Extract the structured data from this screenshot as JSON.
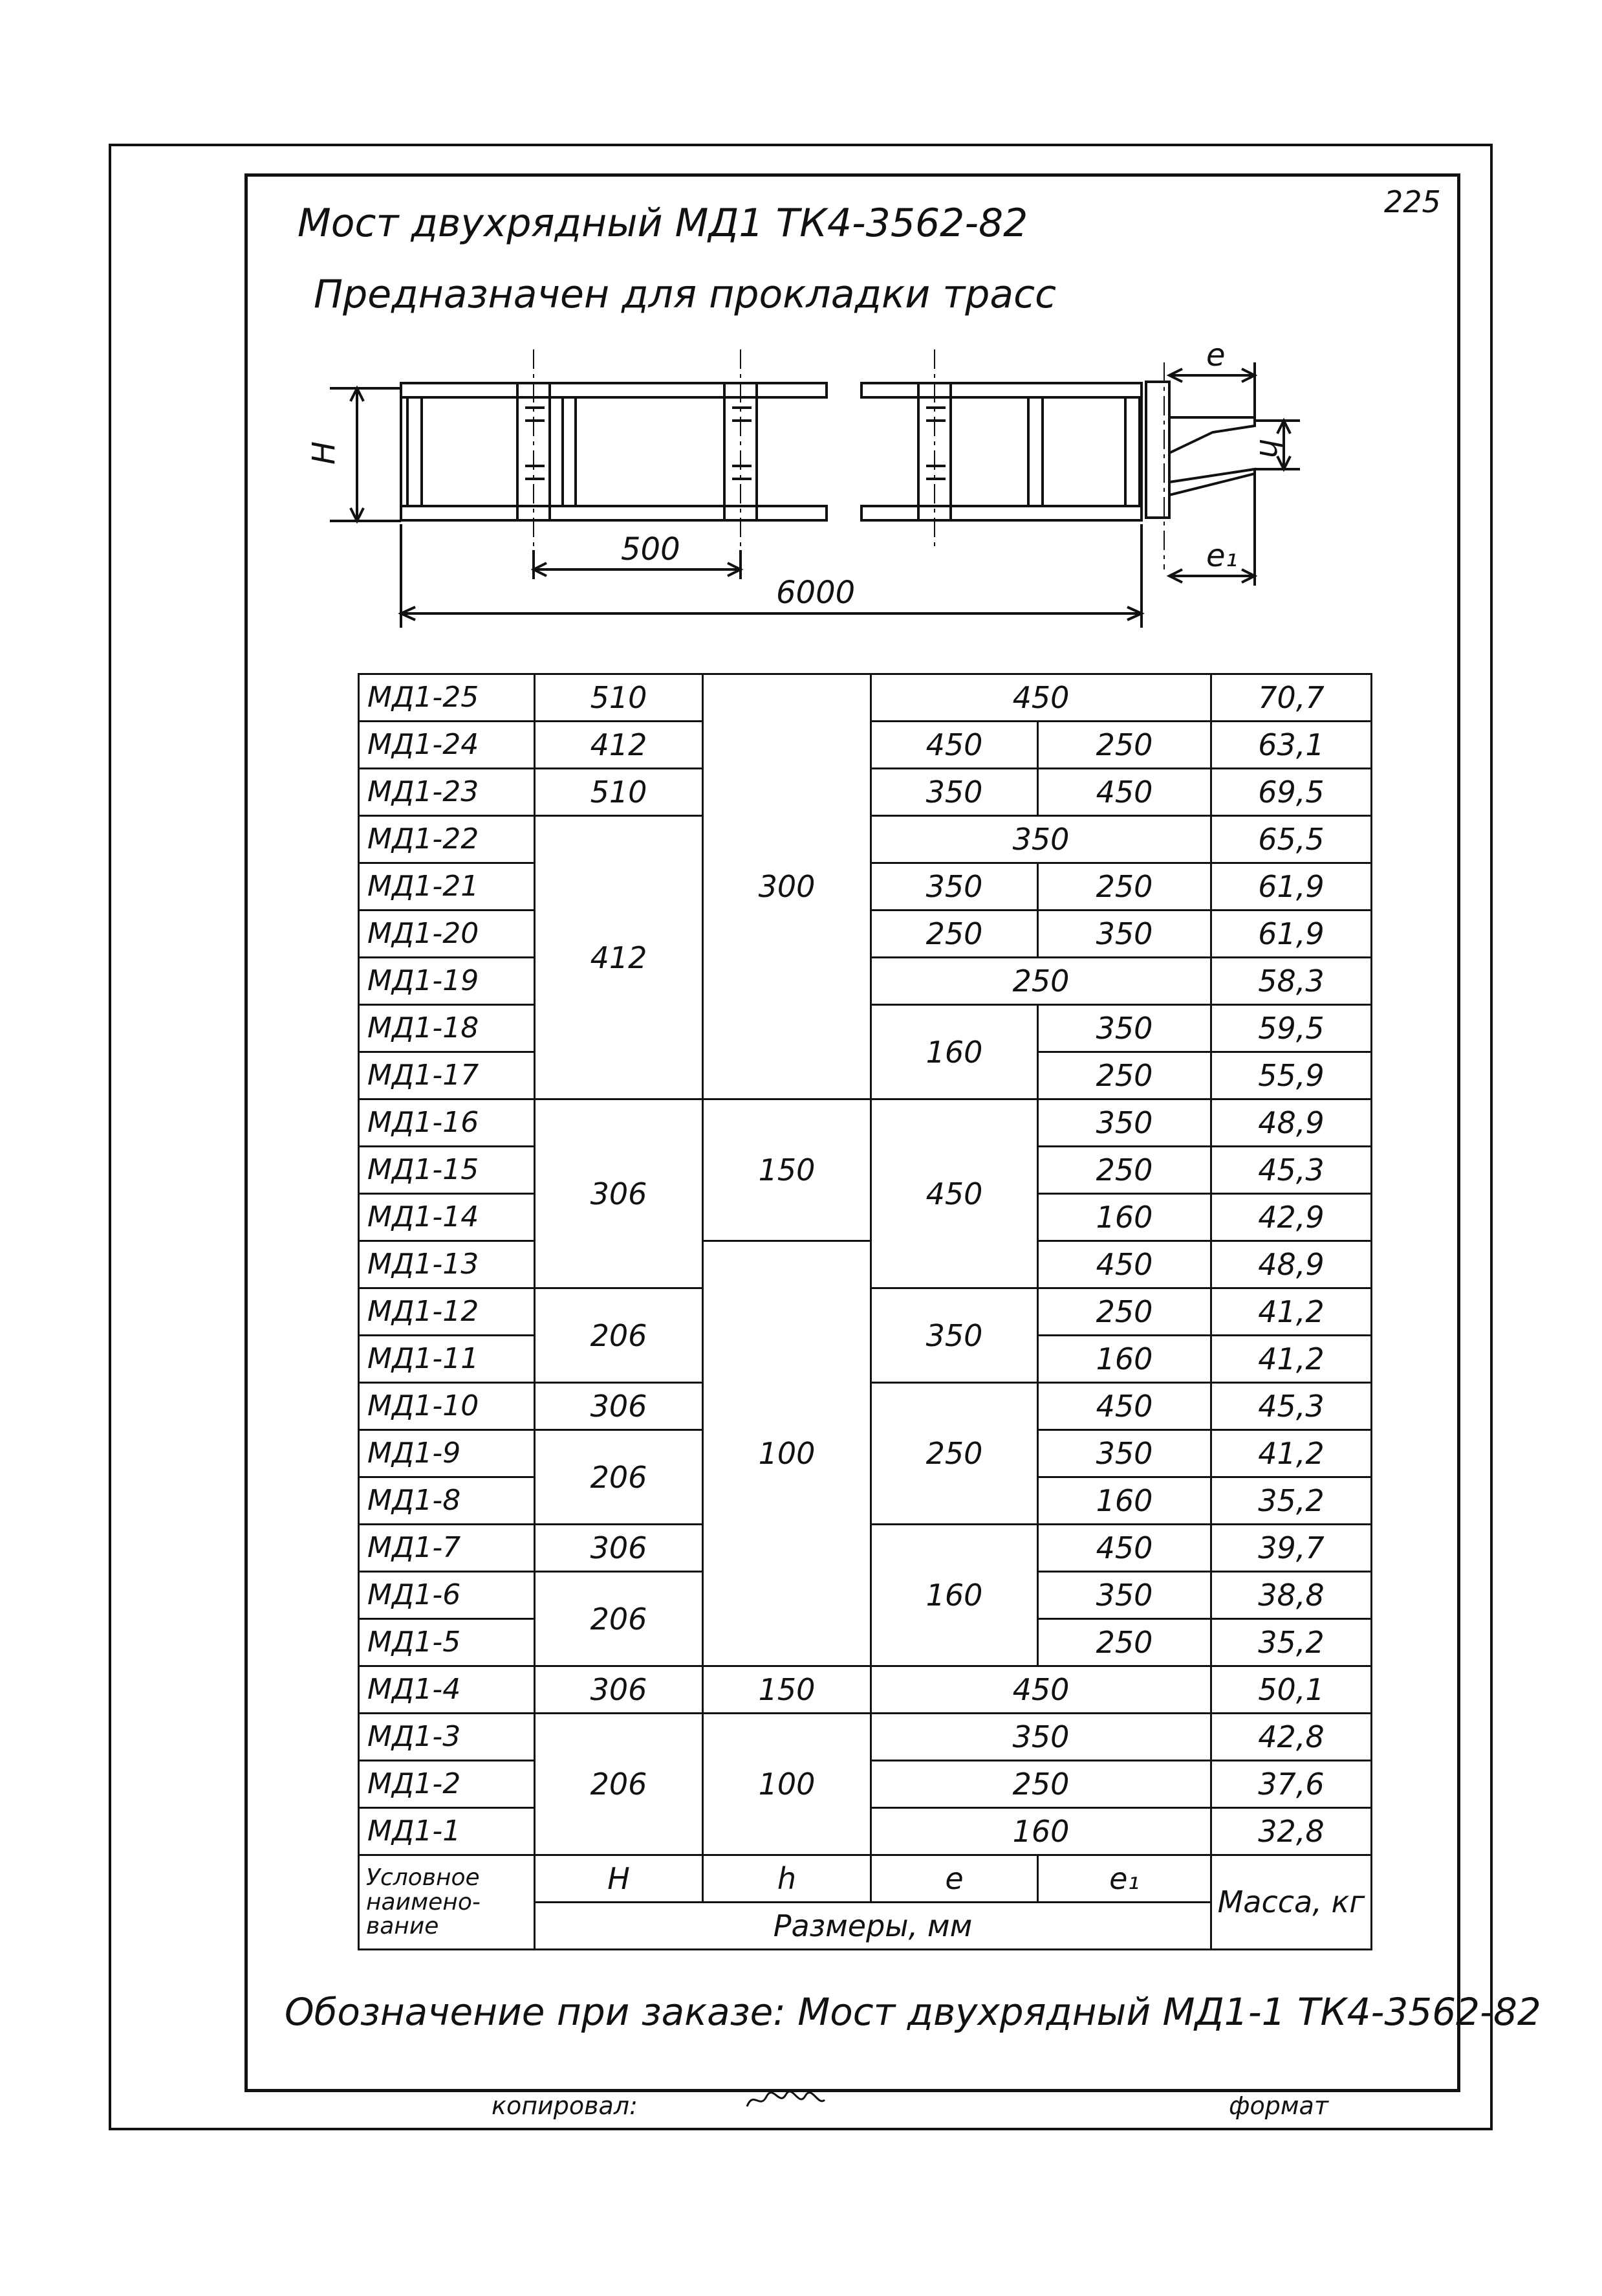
{
  "page_number": "225",
  "title": "Мост двухрядный МД1 ТК4-3562-82",
  "subtitle": "Предназначен для прокладки трасс",
  "drawing": {
    "dim_h_upper": "H",
    "dim_500": "500",
    "dim_6000": "6000",
    "dim_e": "e",
    "dim_h_lower": "h",
    "dim_e1": "e₁"
  },
  "table": {
    "rows": [
      {
        "name": "МД1-25"
      },
      {
        "name": "МД1-24"
      },
      {
        "name": "МД1-23"
      },
      {
        "name": "МД1-22"
      },
      {
        "name": "МД1-21"
      },
      {
        "name": "МД1-20"
      },
      {
        "name": "МД1-19"
      },
      {
        "name": "МД1-18"
      },
      {
        "name": "МД1-17"
      },
      {
        "name": "МД1-16"
      },
      {
        "name": "МД1-15"
      },
      {
        "name": "МД1-14"
      },
      {
        "name": "МД1-13"
      },
      {
        "name": "МД1-12"
      },
      {
        "name": "МД1-11"
      },
      {
        "name": "МД1-10"
      },
      {
        "name": "МД1-9"
      },
      {
        "name": "МД1-8"
      },
      {
        "name": "МД1-7"
      },
      {
        "name": "МД1-6"
      },
      {
        "name": "МД1-5"
      },
      {
        "name": "МД1-4"
      },
      {
        "name": "МД1-3"
      },
      {
        "name": "МД1-2"
      },
      {
        "name": "МД1-1"
      }
    ],
    "H": {
      "r25": "510",
      "r24": "412",
      "r23": "510",
      "r22_17": "412",
      "r16_13": "306",
      "r12_11": "206",
      "r10": "306",
      "r9_8": "206",
      "r7": "306",
      "r6_5": "206",
      "r4": "306",
      "r3_1": "206"
    },
    "h": {
      "r25_17": "300",
      "r16_14": "150",
      "r13_5": "100",
      "r4": "150",
      "r3_1": "100"
    },
    "e": {
      "r24": "450",
      "r23": "350",
      "r21": "350",
      "r20": "250",
      "r18_17": "160",
      "r16_13": "450",
      "r12_11": "350",
      "r10_8": "250",
      "r7_5": "160"
    },
    "e1": {
      "r24": "250",
      "r23": "450",
      "r21": "250",
      "r20": "350",
      "r18": "350",
      "r17": "250",
      "r16": "350",
      "r15": "250",
      "r14": "160",
      "r13": "450",
      "r12": "250",
      "r11": "160",
      "r10": "450",
      "r9": "350",
      "r8": "160",
      "r7": "450",
      "r6": "350",
      "r5": "250"
    },
    "e_e1_merged": {
      "r25": "450",
      "r22": "350",
      "r19": "250",
      "r4": "450",
      "r3": "350",
      "r2": "250",
      "r1": "160"
    },
    "mass": [
      "70,7",
      "63,1",
      "69,5",
      "65,5",
      "61,9",
      "61,9",
      "58,3",
      "59,5",
      "55,9",
      "48,9",
      "45,3",
      "42,9",
      "48,9",
      "41,2",
      "41,2",
      "45,3",
      "41,2",
      "35,2",
      "39,7",
      "38,8",
      "35,2",
      "50,1",
      "42,8",
      "37,6",
      "32,8"
    ],
    "header": {
      "name_label": "Условное наимено-вание",
      "col_H": "H",
      "col_h": "h",
      "col_e": "e",
      "col_e1": "e₁",
      "dims_label": "Размеры, мм",
      "mass_label": "Масса, кг"
    }
  },
  "order_note": "Обозначение при заказе: Мост двухрядный МД1-1 ТК4-3562-82",
  "footer": {
    "copied_by": "копировал:",
    "format": "формат"
  }
}
